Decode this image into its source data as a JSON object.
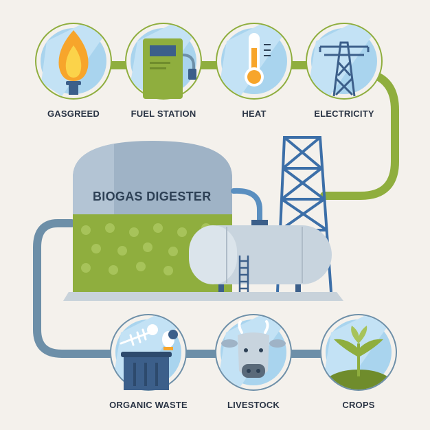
{
  "title": "BIOGAS DIGESTER",
  "outputs": [
    {
      "label": "GASGREED",
      "icon": "torch-flame-icon"
    },
    {
      "label": "FUEL STATION",
      "icon": "fuel-pump-icon"
    },
    {
      "label": "HEAT",
      "icon": "thermometer-icon"
    },
    {
      "label": "ELECTRICITY",
      "icon": "power-pylon-icon"
    }
  ],
  "inputs": [
    {
      "label": "ORGANIC WASTE",
      "icon": "organic-waste-bin-icon"
    },
    {
      "label": "LIVESTOCK",
      "icon": "cow-icon"
    },
    {
      "label": "CROPS",
      "icon": "plant-sprout-icon"
    }
  ],
  "colors": {
    "background": "#f4f1ec",
    "green_pipe": "#8fae3e",
    "blue_pipe": "#6d8fa8",
    "circle_fill": "#a9d4ee",
    "text": "#2b3545"
  }
}
